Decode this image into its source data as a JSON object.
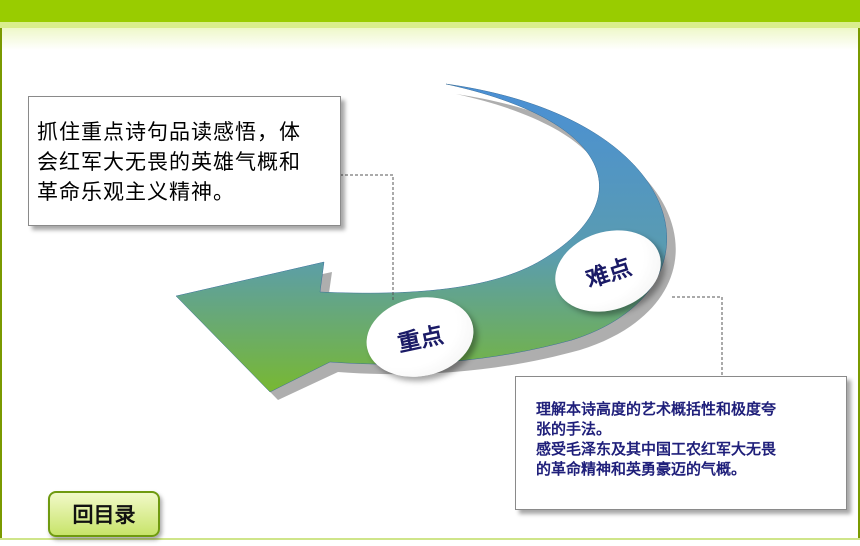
{
  "focus": {
    "label": "重点",
    "lines": [
      "抓住重点诗句品读感悟，体",
      "会红军大无畏的英雄气概和",
      "革命乐观主义精神。"
    ]
  },
  "difficulty": {
    "label": "难点",
    "lines": [
      "理解本诗高度的艺术概括性和极度夸",
      "张的手法。",
      "感受毛泽东及其中国工农红军大无畏",
      "的革命精神和英勇豪迈的气概。"
    ]
  },
  "nav": {
    "back_label": "回目录"
  },
  "colors": {
    "accent": "#99cc00",
    "arrow_top": "#4a8fd6",
    "arrow_bottom": "#78b832"
  }
}
